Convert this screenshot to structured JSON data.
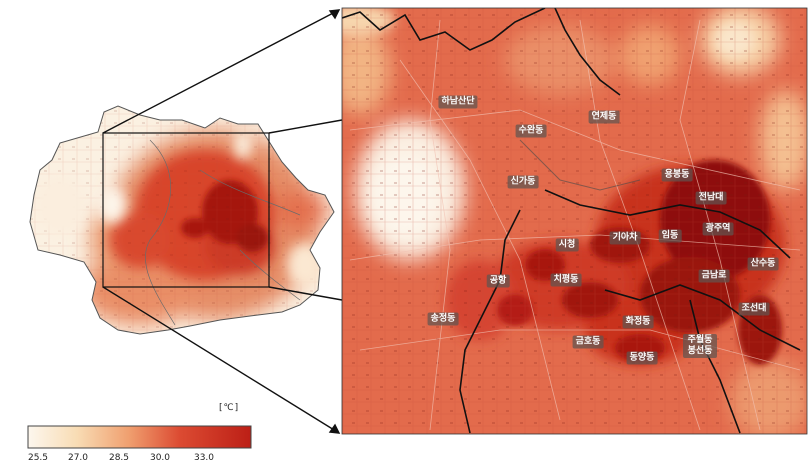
{
  "colors": {
    "ramp": [
      "#fdf7ee",
      "#f8dcb4",
      "#f0a070",
      "#dc4b32",
      "#bc1f16"
    ],
    "dark_core": "#8a0d0a",
    "boundary": "#444444"
  },
  "legend": {
    "unit": "[℃]",
    "ticks": [
      "25.5",
      "27.0",
      "28.5",
      "30.0",
      "33.0"
    ]
  },
  "place_labels": [
    {
      "text": "하남산단"
    },
    {
      "text": "수완동"
    },
    {
      "text": "연제동"
    },
    {
      "text": "신가동"
    },
    {
      "text": "용봉동"
    },
    {
      "text": "전남대"
    },
    {
      "text": "시청"
    },
    {
      "text": "기아차"
    },
    {
      "text": "임동"
    },
    {
      "text": "광주역"
    },
    {
      "text": "공항"
    },
    {
      "text": "치평동"
    },
    {
      "text": "금남로"
    },
    {
      "text": "산수동"
    },
    {
      "text": "송정동"
    },
    {
      "text": "화정동"
    },
    {
      "text": "조선대"
    },
    {
      "text": "금호동"
    },
    {
      "text": "주월동 봉선동"
    },
    {
      "text": "동양동"
    }
  ]
}
